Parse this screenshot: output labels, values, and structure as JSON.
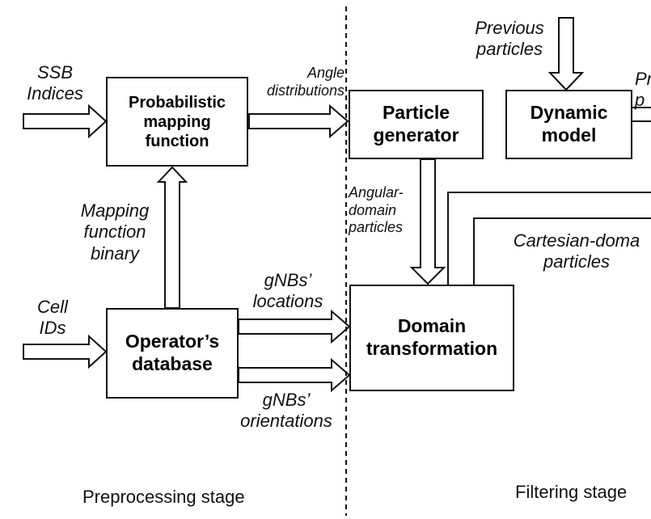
{
  "stages": {
    "preprocessing": "Preprocessing stage",
    "filtering": "Filtering stage"
  },
  "boxes": {
    "prob_mapping": "Probabilistic\nmapping\nfunction",
    "operators_db": "Operator’s\ndatabase",
    "particle_gen": "Particle\ngenerator",
    "dynamic_model": "Dynamic\nmodel",
    "domain_transform": "Domain\ntransformation"
  },
  "labels": {
    "ssb_indices": "SSB\nIndices",
    "angle_distributions": "Angle\ndistributions",
    "mapping_function_binary": "Mapping\nfunction\nbinary",
    "cell_ids": "Cell\nIDs",
    "gnbs_locations": "gNBs’\nlocations",
    "gnbs_orientations": "gNBs’\norientations",
    "previous_particles": "Previous\nparticles",
    "angular_domain_particles": "Angular-\ndomain\nparticles",
    "cartesian_domain_particles": "Cartesian-doma\nparticles",
    "cut_off_top_right": "Pr\np"
  },
  "colors": {
    "line": "#111111",
    "background": "#ffffff"
  }
}
